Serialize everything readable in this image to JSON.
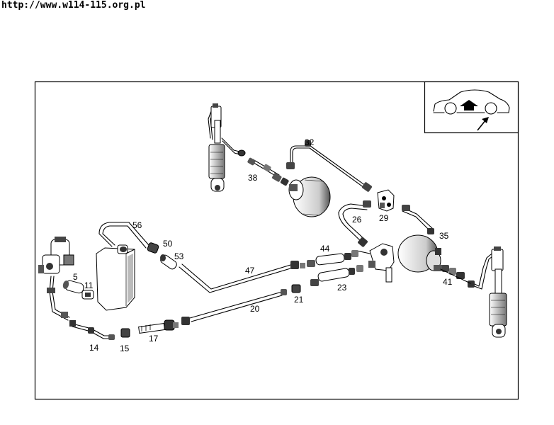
{
  "header": {
    "url": "http://www.w114-115.org.pl"
  },
  "diagram": {
    "labels": {
      "p5": "5",
      "p11": "11",
      "p14": "14",
      "p15": "15",
      "p17": "17",
      "p20": "20",
      "p21": "21",
      "p23": "23",
      "p26": "26",
      "p29": "29",
      "p32": "32",
      "p35": "35",
      "p38": "38",
      "p41": "41",
      "p44": "44",
      "p47": "47",
      "p50": "50",
      "p53": "53",
      "p56": "56"
    }
  }
}
